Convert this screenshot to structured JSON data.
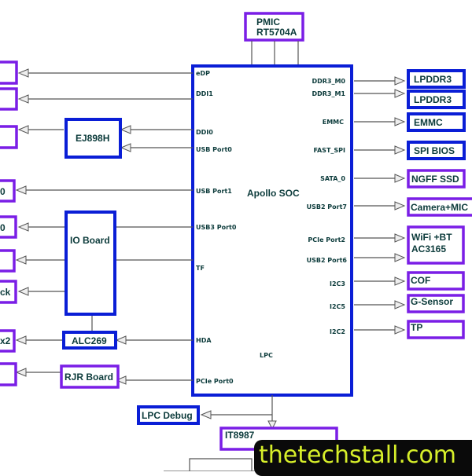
{
  "soc": {
    "name": "Apollo SOC"
  },
  "pmic": {
    "line1": "PMIC",
    "line2": "RT5704A"
  },
  "left_pins": [
    "eDP",
    "DDI1",
    "DDI0",
    "USB Port0",
    "USB Port1",
    "USB3 Port0",
    "TF",
    "HDA",
    "PCIe Port0"
  ],
  "right_pins": [
    "DDR3_M0",
    "DDR3_M1",
    "EMMC",
    "FAST_SPI",
    "SATA_0",
    "USB2 Port7",
    "PCIe Port2",
    "USB2 Port6",
    "I2C3",
    "I2C5",
    "I2C2"
  ],
  "bottom_pin": "LPC",
  "right_blocks": [
    "LPDDR3",
    "LPDDR3",
    "EMMC",
    "SPI BIOS",
    "NGFF SSD",
    "Camera+MIC",
    "WiFi +BT",
    "AC3165",
    "COF",
    "G-Sensor",
    "TP"
  ],
  "mid_blocks": {
    "ej": "EJ898H",
    "io": "IO Board",
    "alc": "ALC269",
    "rjr": "RJR Board",
    "lpc_debug": "LPC Debug",
    "ec": "IT8987"
  },
  "left_edge_fragments": [
    "0",
    "0",
    "ck",
    "x2"
  ],
  "watermark": "thetechstall.com",
  "colors": {
    "blue_block": "#0a1ed6",
    "purple_block": "#7a1ee6",
    "text": "#0c3b3b"
  }
}
